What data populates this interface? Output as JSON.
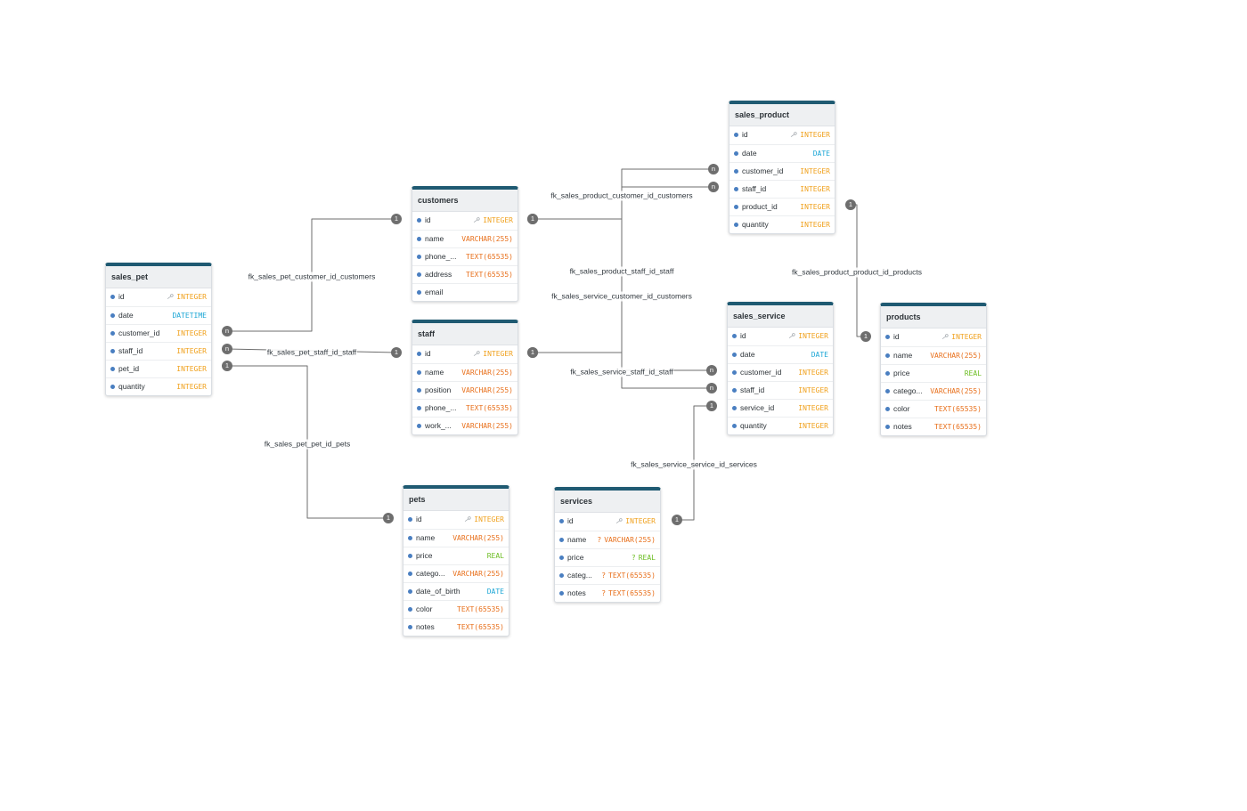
{
  "colors": {
    "header_bar": "#1f5a72",
    "link_line": "#6e6e6e",
    "badge": "#6e6e6e",
    "column_dot": "#4a7fc1",
    "type_integer": "#f0a11d",
    "type_varchar": "#e8701c",
    "type_text": "#e8701c",
    "type_date": "#1ea7d6",
    "type_datetime": "#1ea7d6",
    "type_real": "#6cbd22"
  },
  "tables": [
    {
      "id": "sales_pet",
      "name": "sales_pet",
      "columns": [
        {
          "name": "id",
          "type": "INTEGER",
          "pk": true
        },
        {
          "name": "date",
          "type": "DATETIME"
        },
        {
          "name": "customer_id",
          "type": "INTEGER"
        },
        {
          "name": "staff_id",
          "type": "INTEGER"
        },
        {
          "name": "pet_id",
          "type": "INTEGER"
        },
        {
          "name": "quantity",
          "type": "INTEGER"
        }
      ]
    },
    {
      "id": "customers",
      "name": "customers",
      "columns": [
        {
          "name": "id",
          "type": "INTEGER",
          "pk": true
        },
        {
          "name": "name",
          "type": "VARCHAR(255)"
        },
        {
          "name": "phone_...",
          "type": "TEXT(65535)"
        },
        {
          "name": "address",
          "type": "TEXT(65535)"
        },
        {
          "name": "email",
          "type": ""
        }
      ]
    },
    {
      "id": "staff",
      "name": "staff",
      "columns": [
        {
          "name": "id",
          "type": "INTEGER",
          "pk": true
        },
        {
          "name": "name",
          "type": "VARCHAR(255)"
        },
        {
          "name": "position",
          "type": "VARCHAR(255)"
        },
        {
          "name": "phone_...",
          "type": "TEXT(65535)"
        },
        {
          "name": "work_...",
          "type": "VARCHAR(255)"
        }
      ]
    },
    {
      "id": "pets",
      "name": "pets",
      "columns": [
        {
          "name": "id",
          "type": "INTEGER",
          "pk": true
        },
        {
          "name": "name",
          "type": "VARCHAR(255)"
        },
        {
          "name": "price",
          "type": "REAL"
        },
        {
          "name": "catego...",
          "type": "VARCHAR(255)"
        },
        {
          "name": "date_of_birth",
          "type": "DATE"
        },
        {
          "name": "color",
          "type": "TEXT(65535)"
        },
        {
          "name": "notes",
          "type": "TEXT(65535)"
        }
      ]
    },
    {
      "id": "services",
      "name": "services",
      "columns": [
        {
          "name": "id",
          "type": "INTEGER",
          "pk": true
        },
        {
          "name": "name",
          "type": "VARCHAR(255)",
          "nullable": true
        },
        {
          "name": "price",
          "type": "REAL",
          "nullable": true
        },
        {
          "name": "categ...",
          "type": "TEXT(65535)",
          "nullable": true
        },
        {
          "name": "notes",
          "type": "TEXT(65535)",
          "nullable": true
        }
      ]
    },
    {
      "id": "sales_product",
      "name": "sales_product",
      "columns": [
        {
          "name": "id",
          "type": "INTEGER",
          "pk": true
        },
        {
          "name": "date",
          "type": "DATE"
        },
        {
          "name": "customer_id",
          "type": "INTEGER"
        },
        {
          "name": "staff_id",
          "type": "INTEGER"
        },
        {
          "name": "product_id",
          "type": "INTEGER"
        },
        {
          "name": "quantity",
          "type": "INTEGER"
        }
      ]
    },
    {
      "id": "sales_service",
      "name": "sales_service",
      "columns": [
        {
          "name": "id",
          "type": "INTEGER",
          "pk": true
        },
        {
          "name": "date",
          "type": "DATE"
        },
        {
          "name": "customer_id",
          "type": "INTEGER"
        },
        {
          "name": "staff_id",
          "type": "INTEGER"
        },
        {
          "name": "service_id",
          "type": "INTEGER"
        },
        {
          "name": "quantity",
          "type": "INTEGER"
        }
      ]
    },
    {
      "id": "products",
      "name": "products",
      "columns": [
        {
          "name": "id",
          "type": "INTEGER",
          "pk": true
        },
        {
          "name": "name",
          "type": "VARCHAR(255)"
        },
        {
          "name": "price",
          "type": "REAL"
        },
        {
          "name": "catego...",
          "type": "VARCHAR(255)"
        },
        {
          "name": "color",
          "type": "TEXT(65535)"
        },
        {
          "name": "notes",
          "type": "TEXT(65535)"
        }
      ]
    }
  ],
  "relations": [
    {
      "name": "fk_sales_pet_customer_id_customers",
      "from": "sales_pet",
      "from_col": 2,
      "to": "customers",
      "to_col": 0,
      "from_card": "n",
      "to_card": "1"
    },
    {
      "name": "fk_sales_pet_staff_id_staff",
      "from": "sales_pet",
      "from_col": 3,
      "to": "staff",
      "to_col": 0,
      "from_card": "n",
      "to_card": "1"
    },
    {
      "name": "fk_sales_pet_pet_id_pets",
      "from": "sales_pet",
      "from_col": 4,
      "to": "pets",
      "to_col": 0,
      "from_card": "1",
      "to_card": "1"
    },
    {
      "name": "fk_sales_product_customer_id_customers",
      "from": "sales_product",
      "from_col": 2,
      "to": "customers",
      "to_col": 0,
      "from_card": "n",
      "to_card": "1"
    },
    {
      "name": "fk_sales_product_staff_id_staff",
      "from": "sales_product",
      "from_col": 3,
      "to": "staff",
      "to_col": 0,
      "from_card": "n",
      "to_card": "1"
    },
    {
      "name": "fk_sales_product_product_id_products",
      "from": "sales_product",
      "from_col": 4,
      "to": "products",
      "to_col": 0,
      "from_card": "1",
      "to_card": "1"
    },
    {
      "name": "fk_sales_service_customer_id_customers",
      "from": "sales_service",
      "from_col": 2,
      "to": "customers",
      "to_col": 0,
      "from_card": "n",
      "to_card": "1"
    },
    {
      "name": "fk_sales_service_staff_id_staff",
      "from": "sales_service",
      "from_col": 3,
      "to": "staff",
      "to_col": 0,
      "from_card": "n",
      "to_card": "1"
    },
    {
      "name": "fk_sales_service_service_id_services",
      "from": "sales_service",
      "from_col": 4,
      "to": "services",
      "to_col": 0,
      "from_card": "1",
      "to_card": "1"
    }
  ]
}
